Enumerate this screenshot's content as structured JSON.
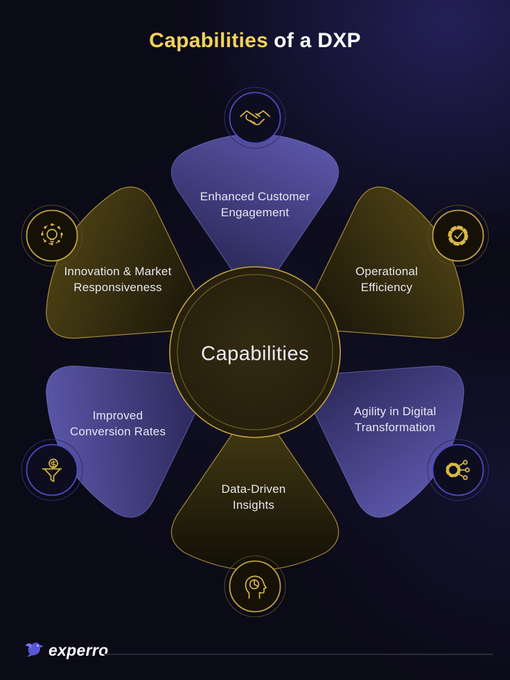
{
  "title": {
    "highlight": "Capabilities",
    "rest": "of a DXP"
  },
  "center_label": "Capabilities",
  "petals": {
    "top": {
      "line1": "Enhanced Customer",
      "line2": "Engagement",
      "theme": "blue",
      "icon": "handshake-icon"
    },
    "top_left": {
      "line1": "Innovation & Market",
      "line2": "Responsiveness",
      "theme": "gold",
      "icon": "innovation-bulb-icon"
    },
    "top_right": {
      "line1": "Operational",
      "line2": "Efficiency",
      "theme": "gold",
      "icon": "gear-check-icon"
    },
    "bottom_left": {
      "line1": "Improved",
      "line2": "Conversion Rates",
      "theme": "blue",
      "icon": "funnel-dollar-icon"
    },
    "bottom_right": {
      "line1": "Agility in Digital",
      "line2": "Transformation",
      "theme": "blue",
      "icon": "gear-network-icon"
    },
    "bottom": {
      "line1": "Data-Driven",
      "line2": "Insights",
      "theme": "gold",
      "icon": "head-analytics-icon"
    }
  },
  "footer": {
    "brand": "experro"
  },
  "colors": {
    "background": "#0b0a17",
    "background_glow": "#3e389e",
    "title_highlight": "#f2d25c",
    "title_rest": "#ffffff",
    "petal_blue_light": "#5d59ad",
    "petal_blue_dark": "#262351",
    "petal_gold_light": "#4c4114",
    "petal_gold_dark": "#161208",
    "gold_stroke": "#be a03e",
    "icon_gold": "#d9b945",
    "ring_purple": "#4f49c0",
    "ring_gold": "#bfa23f",
    "center_fill": "#2e2710",
    "center_ring": "#c2a53b",
    "label_text": "#e8e7f0",
    "brand_purple": "#5856d6"
  }
}
